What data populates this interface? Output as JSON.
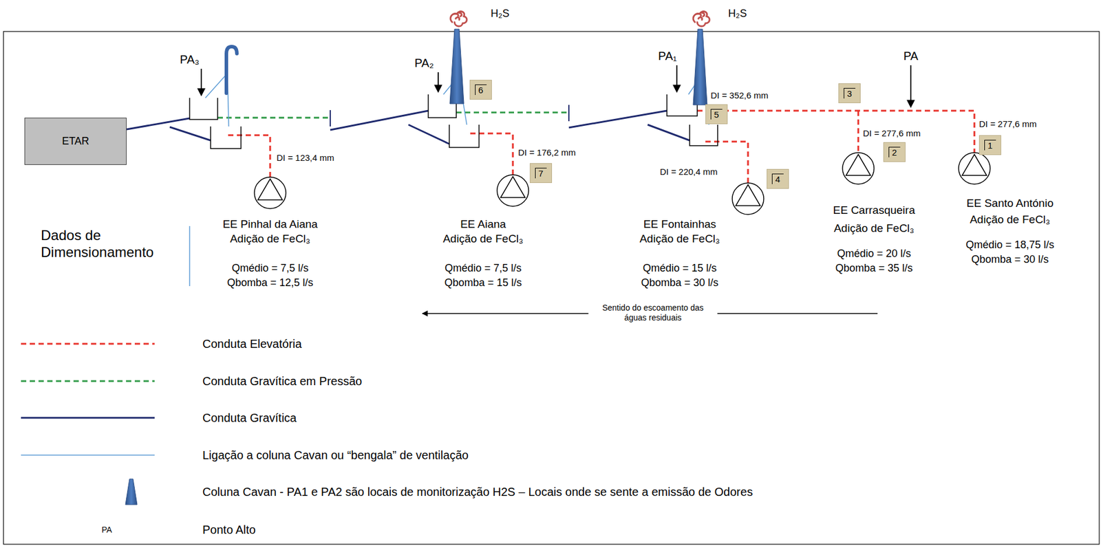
{
  "diagram": {
    "nodes": [
      {
        "text": [
          "ETAR"
        ]
      },
      {
        "text": [
          "1"
        ]
      },
      {
        "text": [
          "2"
        ]
      },
      {
        "text": [
          "3"
        ]
      },
      {
        "text": [
          "4"
        ]
      },
      {
        "text": [
          "5"
        ]
      },
      {
        "text": [
          "6"
        ]
      },
      {
        "text": [
          "7"
        ]
      }
    ],
    "labels": [
      "H₂S",
      "H₂S",
      "PA₃",
      "PA₂",
      "PA₁",
      "PA",
      "DI = 352,6 mm",
      "DI = 277,6 mm",
      "DI = 277,6 mm",
      "DI = 123,4 mm",
      "DI = 176,2 mm",
      "DI = 220,4 mm",
      "Dados de Dimensionamento",
      "EE Pinhal da Aiana",
      "Adição de FeCl₃",
      "Qmédio = 7,5 l/s",
      "Qbomba = 12,5 l/s",
      "EE Aiana",
      "Adição de FeCl₃",
      "Qmédio = 7,5 l/s",
      "Qbomba = 15 l/s",
      "EE Fontainhas",
      "Adição de FeCl₃",
      "Qmédio = 15 l/s",
      "Qbomba = 30 l/s",
      "EE Carrasqueira",
      "Adição de FeCl₃",
      "Qmédio = 20 l/s",
      "Qbomba = 35 l/s",
      "EE Santo António",
      "Adição de FeCl₃",
      "Qmédio = 18,75 l/s",
      "Qbomba = 30 l/s",
      "Sentido do escoamento das águas residuais",
      "PA"
    ],
    "legend": [
      {
        "text": "Conduta Elevatória"
      },
      {
        "text": "Conduta Gravítica em Pressão"
      },
      {
        "text": "Conduta Gravítica"
      },
      {
        "text": "Ligação a coluna Cavan ou “bengala” de ventilação"
      },
      {
        "text": "Coluna Cavan - PA1 e PA2 são locais de monitorização H2S – Locais onde se sente a emissão de Odores"
      },
      {
        "text": "Ponto Alto"
      }
    ]
  }
}
